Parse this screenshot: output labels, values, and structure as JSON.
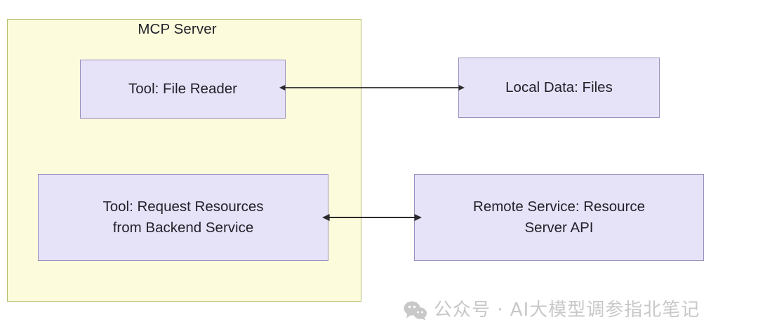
{
  "diagram": {
    "title": "MCP Server",
    "background_color": "#ffffff",
    "group": {
      "label": "MCP Server",
      "fill_color": "#fcfbdc",
      "border_color": "#b8bd6e"
    },
    "node_style": {
      "fill_color": "#e6e3f8",
      "border_color": "#9a8fbe",
      "text_color": "#22222b"
    },
    "nodes": [
      {
        "id": "tool-file-reader",
        "label": "Tool: File Reader",
        "inside_group": true
      },
      {
        "id": "local-data-files",
        "label": "Local Data: Files",
        "inside_group": false
      },
      {
        "id": "tool-request-resources",
        "label": "Tool: Request Resources\nfrom Backend Service",
        "inside_group": true
      },
      {
        "id": "remote-service-resource-server-api",
        "label": "Remote Service: Resource\nServer API",
        "inside_group": false
      }
    ],
    "connectors": [
      {
        "id": "file-reader-to-local-data",
        "from": "tool-file-reader",
        "to": "local-data-files",
        "arrow": "bidirectional",
        "color": "#2b2b2b"
      },
      {
        "id": "request-resources-to-remote-service",
        "from": "tool-request-resources",
        "to": "remote-service-resource-server-api",
        "arrow": "bidirectional",
        "color": "#2b2b2b"
      }
    ]
  },
  "watermark": {
    "icon": "wechat-icon",
    "text": "公众号 · AI大模型调参指北笔记",
    "color": "#c8c8c8"
  }
}
